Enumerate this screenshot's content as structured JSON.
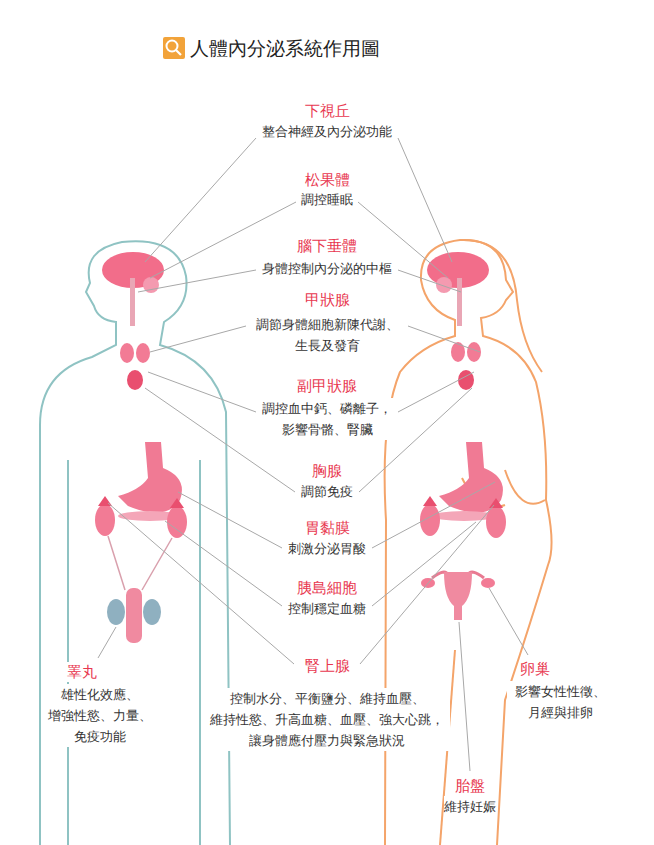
{
  "diagram": {
    "title": "人體內分泌系統作用圖",
    "labels": [
      "下視丘",
      "整合神經及內分泌功能",
      "松果體",
      "調控睡眠",
      "腦下垂體",
      "身體控制內分泌的中樞",
      "甲狀腺",
      "調節身體細胞新陳代謝、 生長及發育",
      "副甲狀腺",
      "調控血中鈣、磷離子， 影響骨骼、腎臟",
      "胸腺",
      "調節免疫",
      "胃黏膜",
      "刺激分泌胃酸",
      "胰島細胞",
      "控制穩定血糖",
      "睪丸",
      "雄性化效應、 增強性慾、力量、 免疫功能",
      "腎上腺",
      "控制水分、平衡鹽分、維持血壓、 維持性慾、升高血糖、血壓、強大心跳， 讓身體應付壓力與緊急狀況",
      "卵巢",
      "影響女性性徵、 月經與排卵",
      "胎盤",
      "維持妊娠"
    ]
  }
}
